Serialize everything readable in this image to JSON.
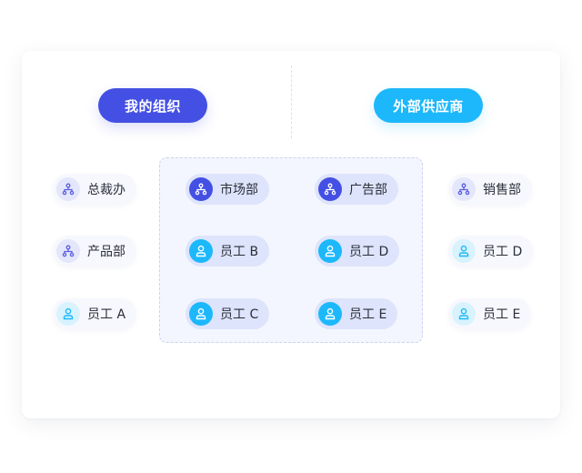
{
  "header": {
    "my_org_label": "我的组织",
    "supplier_label": "外部供应商"
  },
  "colors": {
    "org_accent": "#4450e3",
    "supplier_accent": "#1cb8fb",
    "shared_bg": "#f3f6fe"
  },
  "left_column": [
    {
      "label": "总裁办",
      "icon": "org-tree-icon"
    },
    {
      "label": "产品部",
      "icon": "org-tree-icon"
    },
    {
      "label": "员工 A",
      "icon": "person-icon"
    }
  ],
  "shared": [
    {
      "label": "市场部",
      "icon": "org-tree-icon"
    },
    {
      "label": "广告部",
      "icon": "org-tree-icon"
    },
    {
      "label": "员工 B",
      "icon": "person-icon"
    },
    {
      "label": "员工 D",
      "icon": "person-icon"
    },
    {
      "label": "员工 C",
      "icon": "person-icon"
    },
    {
      "label": "员工 E",
      "icon": "person-icon"
    }
  ],
  "right_column": [
    {
      "label": "销售部",
      "icon": "org-tree-icon"
    },
    {
      "label": "员工 D",
      "icon": "person-icon"
    },
    {
      "label": "员工 E",
      "icon": "person-icon"
    }
  ]
}
